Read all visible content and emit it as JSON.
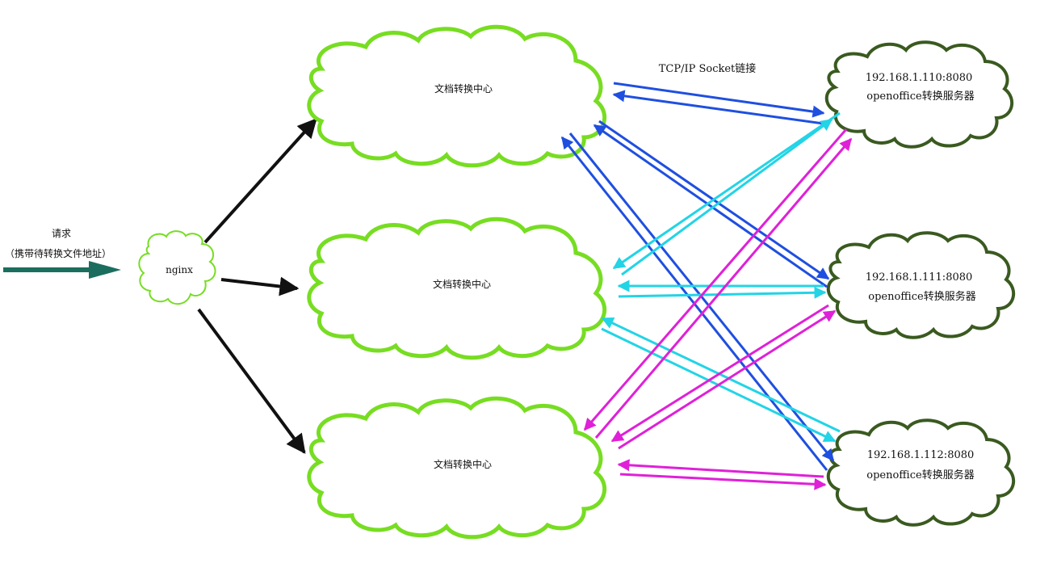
{
  "request": {
    "title": "请求",
    "subtitle": "（携带待转换文件地址）"
  },
  "nginx": {
    "label": "nginx"
  },
  "centers": [
    {
      "label": "文档转换中心"
    },
    {
      "label": "文档转换中心"
    },
    {
      "label": "文档转换中心"
    }
  ],
  "servers": [
    {
      "address": "192.168.1.110:8080",
      "name": "openoffice转换服务器"
    },
    {
      "address": "192.168.1.111:8080",
      "name": "openoffice转换服务器"
    },
    {
      "address": "192.168.1.112:8080",
      "name": "openoffice转换服务器"
    }
  ],
  "connection_label": "TCP/IP Socket链接",
  "colors": {
    "request_arrow": "#1b6e5e",
    "nginx_arrows": "#111111",
    "center_cloud_stroke": "#77dd22",
    "server_cloud_stroke": "#3a5a20",
    "link_center1": "#1f4fe0",
    "link_center2": "#22d4e6",
    "link_center3": "#e020d8"
  }
}
